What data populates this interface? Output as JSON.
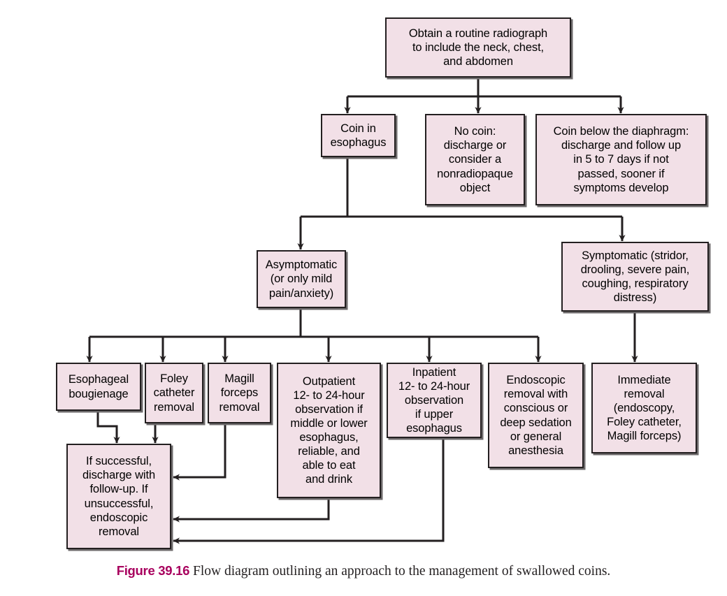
{
  "figure": {
    "label": "Figure 39.16",
    "caption": "Flow diagram outlining an approach to the management of swallowed coins.",
    "accent_color": "#a8005e",
    "box_fill": "#f2e0e7",
    "box_border": "#231f20"
  },
  "nodes": {
    "radiograph": "Obtain a routine radiograph\nto include the neck, chest,\nand abdomen",
    "coin_esophagus": "Coin in\nesophagus",
    "no_coin": "No coin:\ndischarge or\nconsider a\nnonradiopaque\nobject",
    "coin_below_diaphragm": "Coin below the diaphragm:\ndischarge and follow up\nin 5 to 7 days if not\npassed, sooner if\nsymptoms develop",
    "asymptomatic": "Asymptomatic\n(or only mild\npain/anxiety)",
    "symptomatic": "Symptomatic (stridor,\ndrooling, severe pain,\ncoughing, respiratory\ndistress)",
    "esophageal_bougienage": "Esophageal\nbougienage",
    "foley_catheter": "Foley\ncatheter\nremoval",
    "magill_forceps": "Magill\nforceps\nremoval",
    "outpatient": "Outpatient\n12- to 24-hour\nobservation if\nmiddle or lower\nesophagus,\nreliable, and\nable to eat\nand drink",
    "inpatient": "Inpatient\n12- to 24-hour\nobservation\nif upper\nesophagus",
    "endoscopic_removal": "Endoscopic\nremoval with\nconscious or\ndeep sedation\nor general\nanesthesia",
    "immediate_removal": "Immediate\nremoval\n(endoscopy,\nFoley catheter,\nMagill forceps)",
    "if_successful": "If successful,\ndischarge with\nfollow-up. If\nunsuccessful,\nendoscopic\nremoval"
  }
}
